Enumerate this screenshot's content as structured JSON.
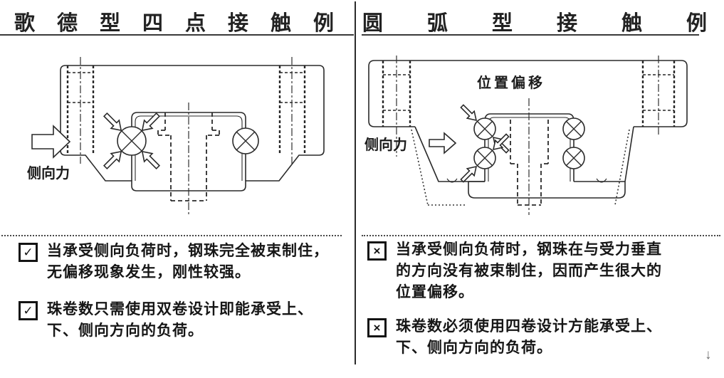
{
  "left_panel": {
    "title": "歌德型四点接触例",
    "diagram": {
      "force_label": "侧向力"
    },
    "bullets": [
      {
        "mark": "✓",
        "lines": [
          "当承受侧向负荷时，钢珠完全被束制住，",
          "无偏移现象发生，刚性较强。"
        ]
      },
      {
        "mark": "✓",
        "lines": [
          "珠卷数只需使用双卷设计即能承受上、",
          "下、侧向方向的负荷。"
        ]
      }
    ]
  },
  "right_panel": {
    "title": "圆弧型接触例",
    "diagram": {
      "force_label": "侧向力",
      "offset_label": "位置偏移"
    },
    "bullets": [
      {
        "mark": "×",
        "lines": [
          "当承受侧向负荷时，钢珠在与受力垂直",
          "的方向没有被束制住，因而产生很大的",
          "位置偏移。"
        ]
      },
      {
        "mark": "×",
        "lines": [
          "珠卷数必须使用四卷设计方能承受上、",
          "下、侧向方向的负荷。"
        ]
      }
    ]
  },
  "scroll_indicator": "↓",
  "colors": {
    "ink": "#2a2a2a",
    "background": "#ffffff"
  }
}
